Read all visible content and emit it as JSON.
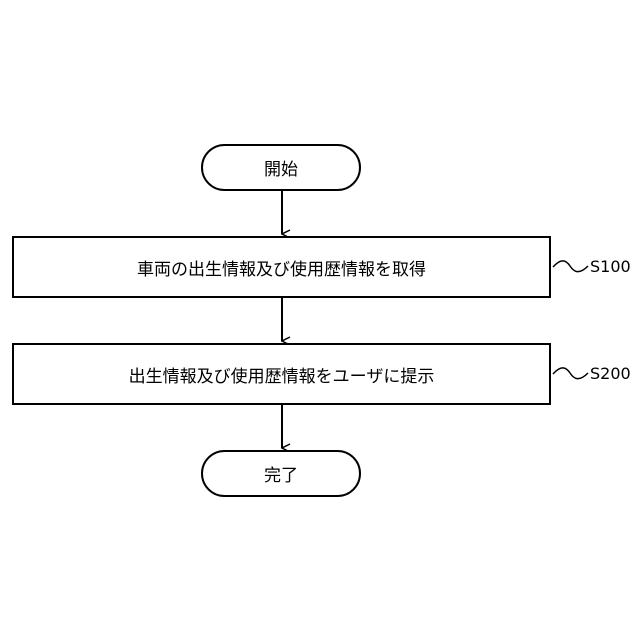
{
  "flowchart": {
    "start": {
      "label": "開始"
    },
    "steps": [
      {
        "text": "車両の出生情報及び使用歴情報を取得",
        "step_id": "S100"
      },
      {
        "text": "出生情報及び使用歴情報をユーザに提示",
        "step_id": "S200"
      }
    ],
    "end": {
      "label": "完了"
    }
  }
}
